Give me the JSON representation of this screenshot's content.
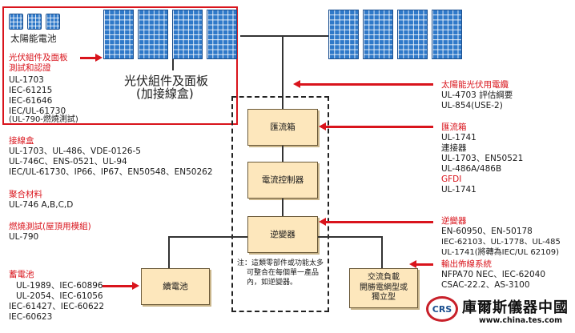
{
  "solar": {
    "title": "太陽能電池",
    "cert_title_1": "光伏組件及面板",
    "cert_title_2": "測試和認證",
    "cert_items": [
      "UL-1703",
      "IEC-61215",
      "IEC-61646",
      "IEC/UL-61730",
      "(UL-790-燃燒測試)"
    ],
    "panel_label_1": "光伏組件及面板",
    "panel_label_2": "(加接線盒)"
  },
  "junction_box": {
    "title": "接線盒",
    "items": [
      "UL-1703、UL-486、VDE-0126-5",
      "UL-746C、ENS-0521、UL-94",
      "IEC/UL-61730、IP66、IP67、EN50548、EN50262"
    ]
  },
  "polymer": {
    "title": "聚合材料",
    "items": [
      "UL-746 A,B,C,D"
    ]
  },
  "burn_test": {
    "title": "燃燒測試(屋頂用模組)",
    "items": [
      "UL-790"
    ]
  },
  "battery_std": {
    "title": "蓄電池",
    "items": [
      "UL-1989、IEC-60896",
      "UL-2054、IEC-61056",
      "IEC-61427、IEC-60622",
      "IEC-60623"
    ]
  },
  "pv_cable": {
    "title": "太陽能光伏用電纜",
    "items": [
      "UL-4703 評估綱要",
      "UL-854(USE-2)"
    ]
  },
  "combiner_std": {
    "title": "匯流箱",
    "items": [
      "UL-1741",
      "連接器",
      "UL-1703、EN50521",
      "UL-486A/486B"
    ],
    "gfdi": "GFDI",
    "gfdi_items": [
      "UL-1741"
    ]
  },
  "inverter_std": {
    "title": "逆變器",
    "items": [
      "EN-60950、EN-50178",
      "IEC-62103、UL-1778、UL-485",
      "UL-1741(將轉為IEC/UL 62109)"
    ]
  },
  "wiring": {
    "title": "輸出佈線系統",
    "items": [
      "NFPA70 NEC、IEC-62040",
      "CSAC-22.2、AS-3100"
    ]
  },
  "boxes": {
    "combiner": "匯流箱",
    "controller": "電流控制器",
    "inverter": "逆變器",
    "battery": "續電池",
    "load_1": "交流負載",
    "load_2": "開勝電網型或",
    "load_3": "獨立型"
  },
  "note": {
    "line1": "注：這類零部件或功能太多",
    "line2": "可整合在每個單一產品",
    "line3": "內，如逆變器。"
  },
  "watermark": {
    "logo": "CRS",
    "brand": "庫爾斯儀器中國",
    "url": "www.china.tes.com"
  },
  "colors": {
    "accent_red": "#d9141c",
    "panel_blue": "#2f79c9",
    "box_fill": "#fde7bc"
  }
}
